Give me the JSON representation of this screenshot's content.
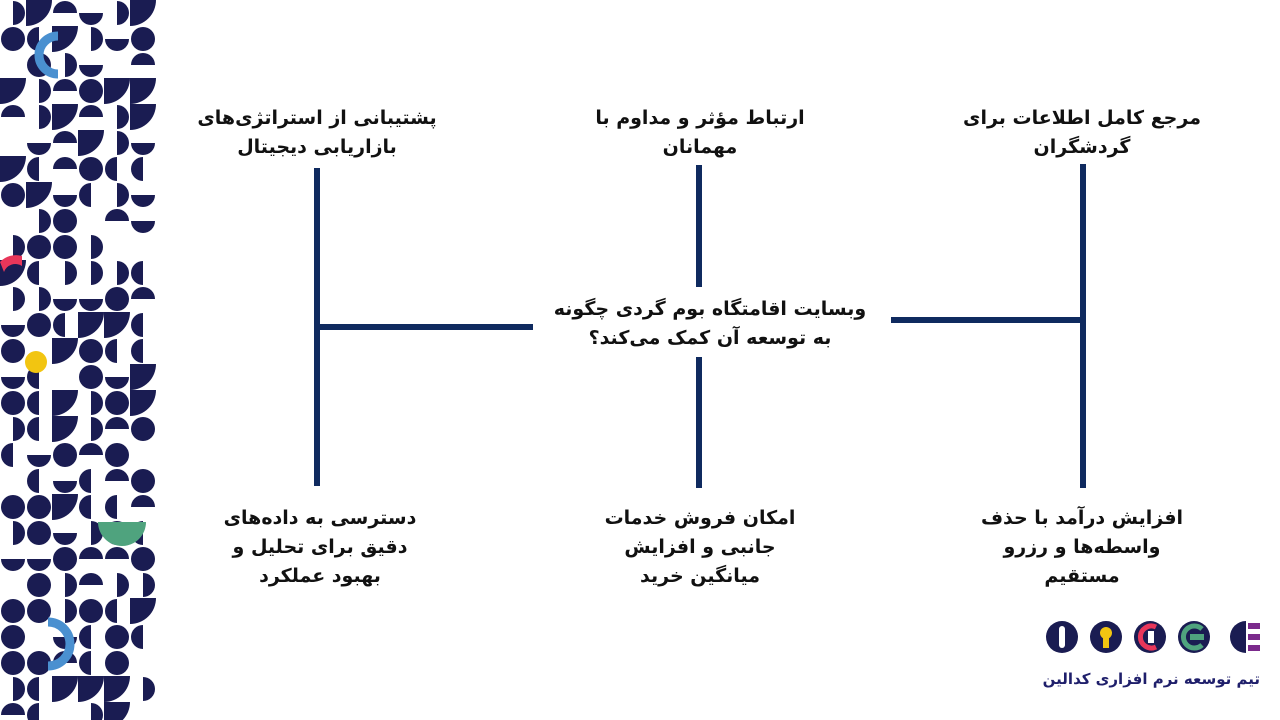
{
  "diagram": {
    "center_question": "وبسایت اقامتگاه بوم گردی چگونه به توسعه آن کمک می‌کند؟",
    "top_items": [
      "پشتیبانی از استراتژی‌های بازاریابی دیجیتال",
      "ارتباط مؤثر و مداوم با مهمانان",
      "مرجع کامل اطلاعات برای گردشگران"
    ],
    "bottom_items": [
      "دسترسی به داده‌های دقیق برای تحلیل و بهبود عملکرد",
      "امکان فروش خدمات جانبی و افزایش میانگین خرید",
      "افزایش درآمد با حذف واسطه‌ها و رزرو مستقیم"
    ],
    "line_color": "#0f2a5f"
  },
  "decoration": {
    "pattern_colors": {
      "navy": "#1a1c52",
      "blue": "#4a90d0",
      "red": "#e8365a",
      "yellow": "#f2c511",
      "green": "#4fa37e"
    }
  },
  "brand": {
    "caption": "تیم توسعه نرم افزاری کدالین",
    "logo_icons": [
      "o-logo-icon",
      "keyhole-logo-icon",
      "c-logo-icon",
      "e-logo-icon",
      "e-bars-logo-icon"
    ]
  }
}
